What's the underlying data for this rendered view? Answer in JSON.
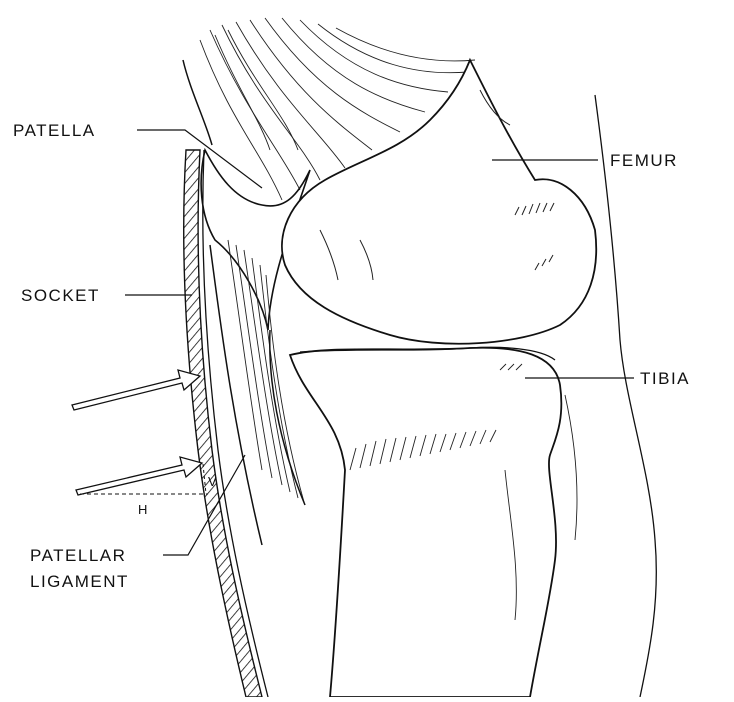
{
  "labels": {
    "patella": "PATELLA",
    "femur": "FEMUR",
    "socket": "SOCKET",
    "tibia": "TIBIA",
    "patellar_ligament_line1": "PATELLAR",
    "patellar_ligament_line2": "LIGAMENT",
    "v": "V",
    "h": "H"
  },
  "colors": {
    "ink": "#111111",
    "background": "#ffffff"
  }
}
